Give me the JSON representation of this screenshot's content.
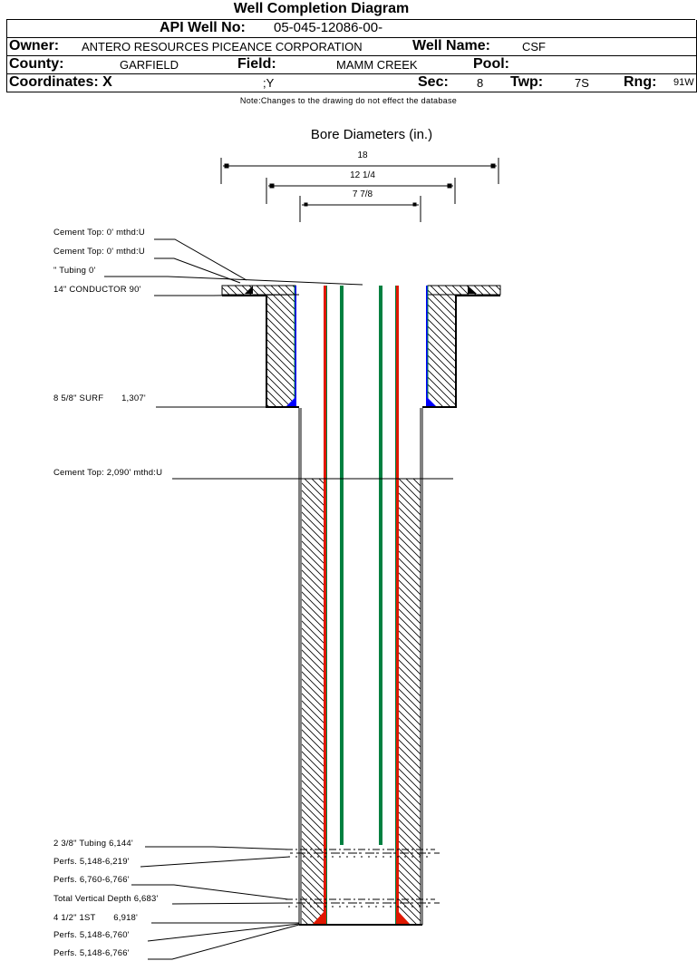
{
  "header": {
    "title": "Well Completion Diagram",
    "api_label": "API Well No:",
    "api_value": "05-045-12086-00-",
    "owner_label": "Owner:",
    "owner_value": "ANTERO RESOURCES PICEANCE CORPORATION",
    "well_name_label": "Well Name:",
    "well_name_value": "CSF",
    "county_label": "County:",
    "county_value": "GARFIELD",
    "field_label": "Field:",
    "field_value": "MAMM CREEK",
    "pool_label": "Pool:",
    "pool_value": "",
    "coords_label": "Coordinates: X",
    "coords_y": ";Y",
    "sec_label": "Sec:",
    "sec_value": "8",
    "twp_label": "Twp:",
    "twp_value": "7S",
    "rng_label": "Rng:",
    "rng_value": "91W"
  },
  "note": "Note:Changes to the drawing do not effect the database",
  "bore": {
    "title": "Bore Diameters (in.)",
    "diameters": [
      "18",
      "12 1/4",
      "7 7/8"
    ]
  },
  "callouts": [
    "Cement Top: 0' mthd:U",
    "Cement Top: 0' mthd:U",
    "\" Tubing 0'",
    "14\" CONDUCTOR  90'",
    "8 5/8\" SURF       1,307'",
    "Cement Top: 2,090' mthd:U",
    "2 3/8\" Tubing 6,144'",
    "Perfs. 5,148-6,219'",
    "Perfs. 6,760-6,766'",
    "Total Vertical Depth 6,683'",
    "4 1/2\" 1ST       6,918'",
    "Perfs. 5,148-6,760'",
    "Perfs. 5,148-6,766'"
  ],
  "colors": {
    "casing_blue": "#0000ff",
    "casing_green": "#008040",
    "production_red": "#e01800",
    "tubing_green": "#008040"
  }
}
